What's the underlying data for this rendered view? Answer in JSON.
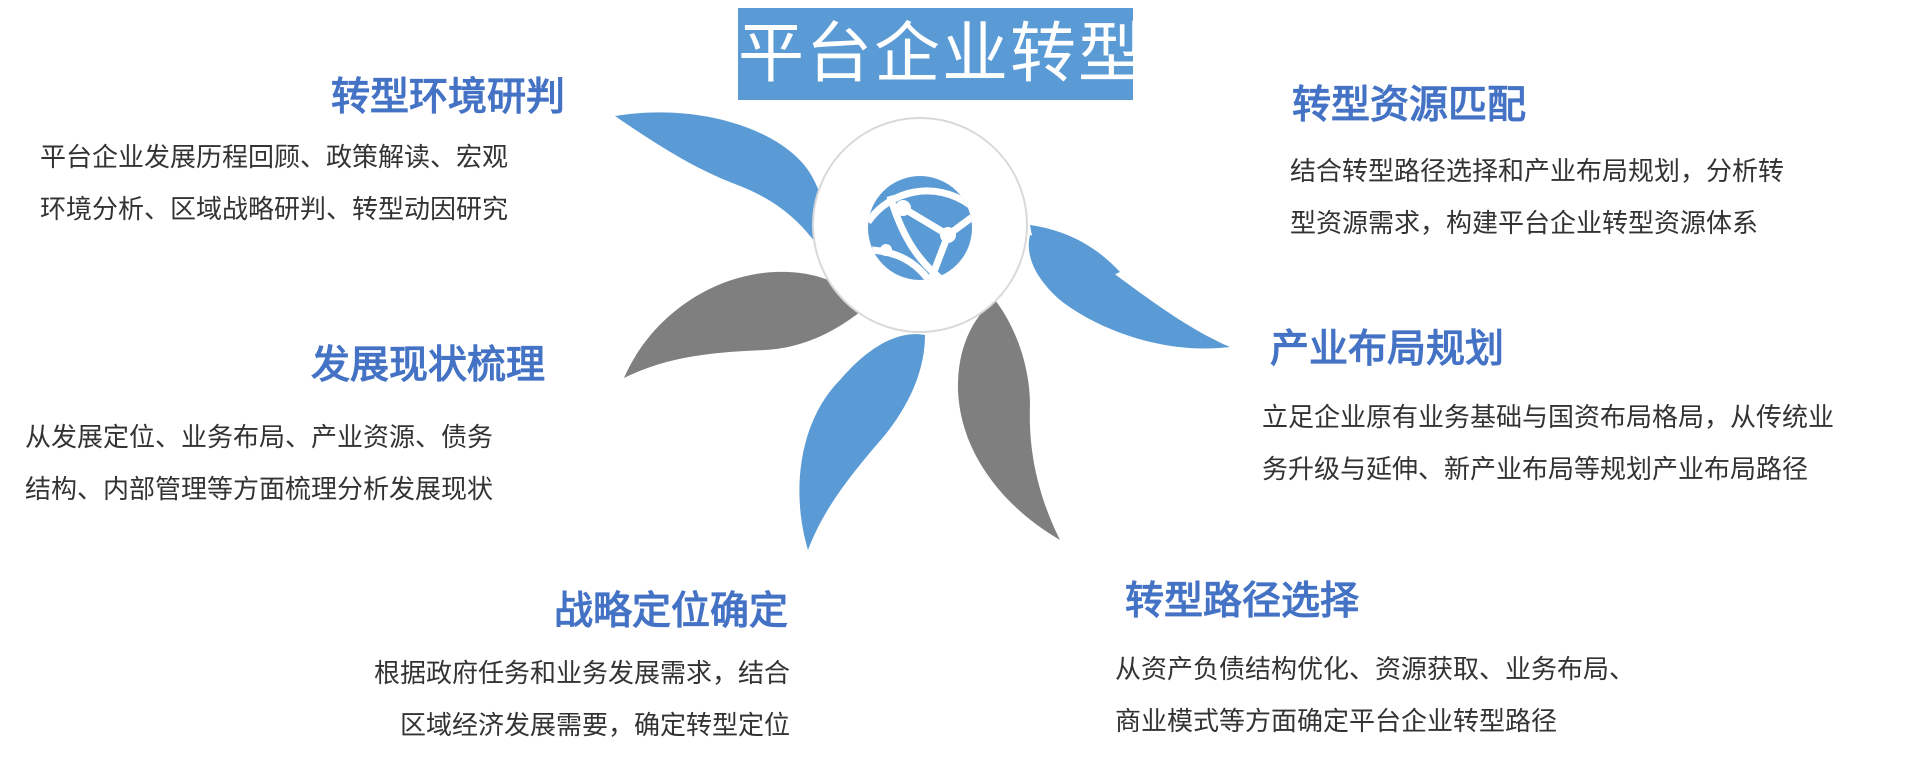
{
  "title": "平台企业转型",
  "colors": {
    "blue": "#5b9bd5",
    "gray": "#7f7f7f",
    "heading": "#4472c4",
    "text": "#333333"
  },
  "center_icon": "globe-network-icon",
  "items": [
    {
      "heading": "转型环境研判",
      "lines": [
        "平台企业发展历程回顾、政策解读、宏观",
        "环境分析、区域战略研判、转型动因研究"
      ],
      "petal_color": "blue"
    },
    {
      "heading": "发展现状梳理",
      "lines": [
        "从发展定位、业务布局、产业资源、债务",
        "结构、内部管理等方面梳理分析发展现状"
      ],
      "petal_color": "gray"
    },
    {
      "heading": "战略定位确定",
      "lines": [
        "根据政府任务和业务发展需求，结合",
        "区域经济发展需要，确定转型定位"
      ],
      "petal_color": "blue"
    },
    {
      "heading": "转型资源匹配",
      "lines": [
        "结合转型路径选择和产业布局规划，分析转",
        "型资源需求，构建平台企业转型资源体系"
      ],
      "petal_color": "blue"
    },
    {
      "heading": "产业布局规划",
      "lines": [
        "立足企业原有业务基础与国资布局格局，从传统业",
        "务升级与延伸、新产业布局等规划产业布局路径"
      ],
      "petal_color": "blue"
    },
    {
      "heading": "转型路径选择",
      "lines": [
        "从资产负债结构优化、资源获取、业务布局、",
        "商业模式等方面确定平台企业转型路径"
      ],
      "petal_color": "gray"
    }
  ]
}
